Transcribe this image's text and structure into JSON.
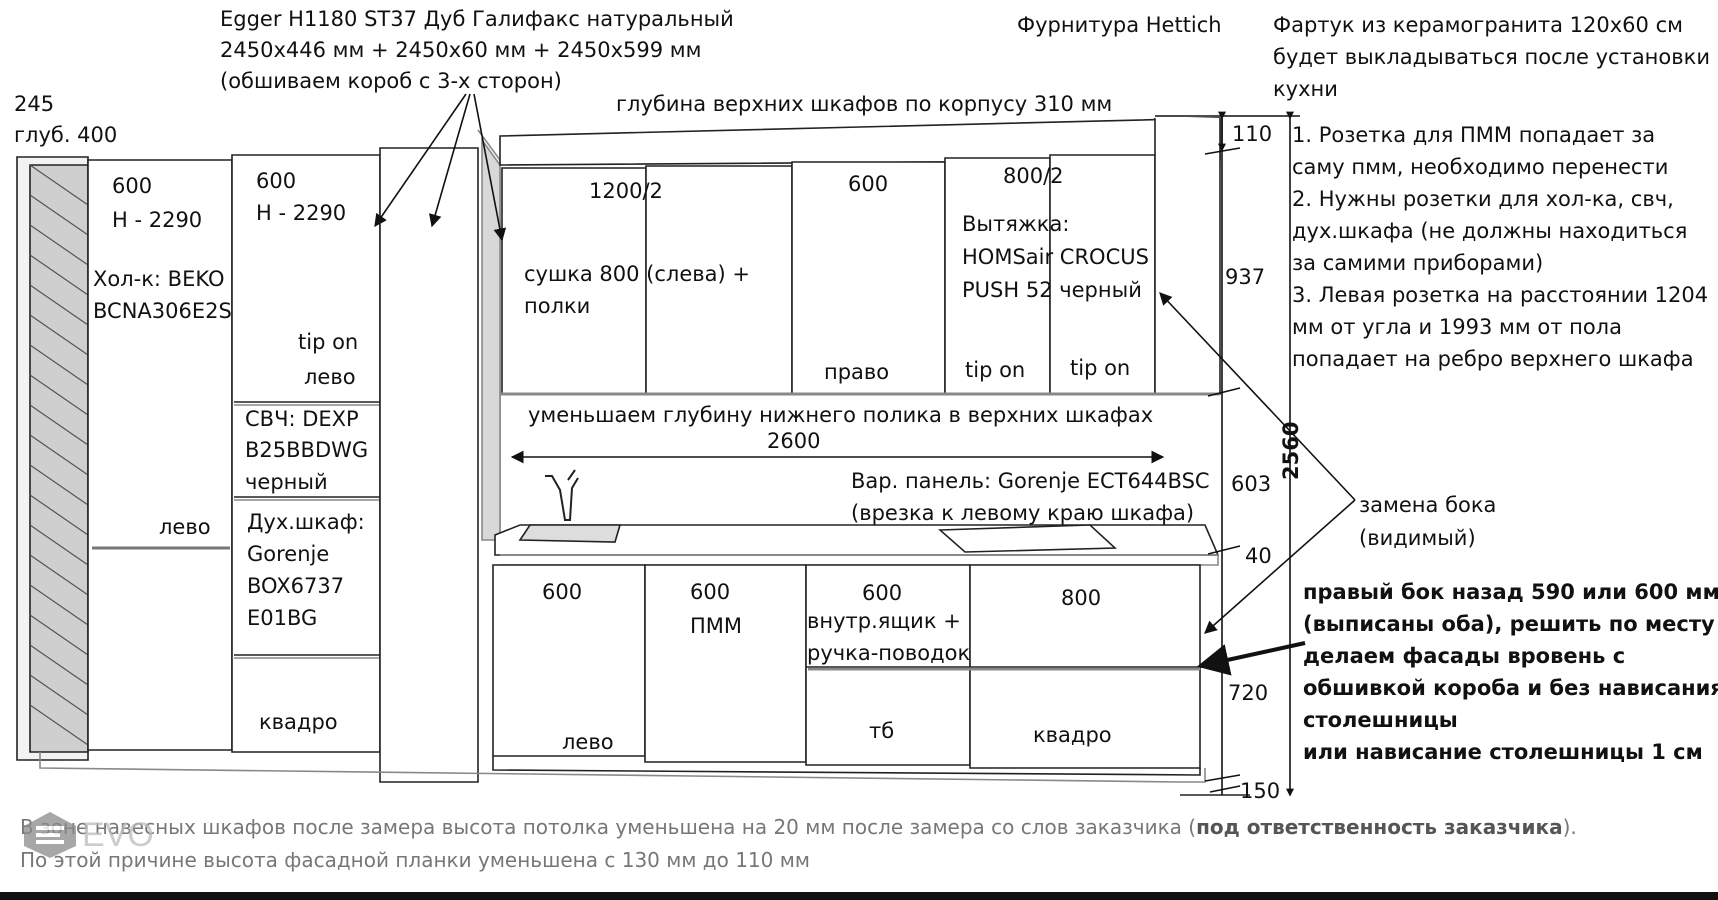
{
  "header": {
    "material": [
      "Egger H1180 ST37 Дуб Галифакс натуральный",
      "2450х446 мм + 2450х60 мм + 2450х599 мм",
      "(обшиваем короб с 3-х сторон)"
    ],
    "hardware": "Фурнитура Hettich",
    "apron": [
      "Фартук из керамогранита 120х60 см",
      "будет выкладываться после установки",
      "кухни"
    ],
    "upper_depth": "глубина верхних шкафов по корпусу 310 мм"
  },
  "left_panel": {
    "width": "245",
    "depth": "глуб. 400"
  },
  "tall_cabinets": [
    {
      "width": "600",
      "height": "Н - 2290",
      "appliance": [
        "Хол-к: BEKO",
        "BCNA306E2S"
      ],
      "hinge": "лево"
    },
    {
      "width": "600",
      "height": "Н - 2290",
      "opening": [
        "tip on",
        "лево"
      ],
      "microwave": [
        "СВЧ: DEXP",
        "B25BBDWG",
        "черный"
      ],
      "oven": [
        "Дух.шкаф:",
        "Gorenje",
        "BOX6737",
        "E01BG"
      ],
      "bottom": "квадро"
    }
  ],
  "upper_cabinets": [
    {
      "width": "1200/2",
      "note": [
        "сушка 800 (слева) +",
        "полки"
      ]
    },
    {
      "width": "600",
      "hinge": "право"
    },
    {
      "width": "800/2",
      "hood": [
        "Вытяжка:",
        "HOMSair CROCUS",
        "PUSH 52 черный"
      ],
      "opening": [
        "tip on",
        "tip on"
      ]
    }
  ],
  "mid_notes": {
    "shelf": "уменьшаем глубину нижнего полика в верхних шкафах",
    "length": "2600",
    "hob": [
      "Вар. панель: Gorenje ECT644BSC",
      "(врезка к левому краю шкафа)"
    ]
  },
  "lower_cabinets": [
    {
      "width": "600",
      "hinge": "лево"
    },
    {
      "width": "600",
      "label": "ПММ"
    },
    {
      "width": "600",
      "note": [
        "внутр.ящик +",
        "ручка-поводок"
      ],
      "drawer": "тб"
    },
    {
      "width": "800",
      "drawer": "квадро"
    }
  ],
  "dimensions": {
    "top_strip": "110",
    "upper": "937",
    "gap": "603",
    "countertop": "40",
    "lower": "720",
    "plinth": "150",
    "total": "2560"
  },
  "notes": [
    "1. Розетка для ПММ попадает за",
    "саму пмм, необходимо перенести",
    "2. Нужны розетки для хол-ка, свч,",
    "дух.шкафа (не должны находиться",
    "за самими приборами)",
    "3. Левая розетка на расстоянии 1204",
    "мм от угла и 1993 мм от пола",
    "попадает на ребро верхнего шкафа"
  ],
  "side_note": [
    "замена бока",
    "(видимый)"
  ],
  "bold_note": [
    "правый бок назад 590 или 600 мм",
    "(выписаны оба), решить по месту",
    "делаем фасады вровень с",
    "обшивкой короба и без нависания",
    "столешницы",
    "или нависание столешницы 1 см"
  ],
  "footer": {
    "line1_prefix": "В зоне навесных шкафов после замера высота потолка уменьшена на 20 мм после замера со слов заказчика (",
    "line1_bold": "под ответственность заказчика",
    "line1_suffix": ").",
    "line2": "По этой причине высота  фасадной планки уменьшена с 130 мм до 110 мм",
    "logo": "EVO"
  }
}
